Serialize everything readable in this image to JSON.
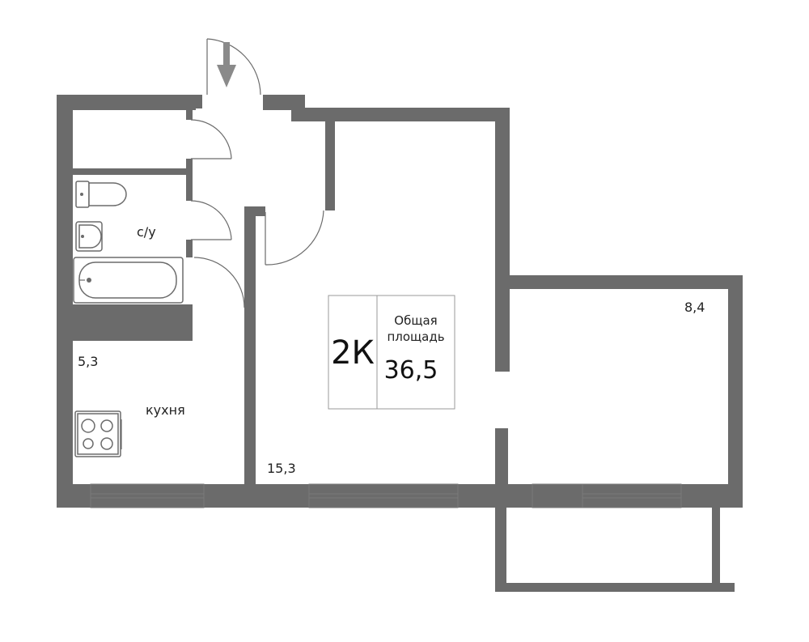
{
  "badge": {
    "rooms": "2К",
    "caption_line1": "Общая",
    "caption_line2": "площадь",
    "total_area": "36,5"
  },
  "rooms": {
    "bathroom": {
      "label": "с/у"
    },
    "kitchen": {
      "label": "кухня",
      "area": "5,3"
    },
    "living": {
      "area": "15,3"
    },
    "bedroom": {
      "area": "8,4"
    }
  },
  "colors": {
    "wall": "#6b6b6b",
    "background": "#ffffff",
    "entrance_arrow": "#8a8a8a"
  },
  "icons": {
    "entrance": "entrance-arrow-icon",
    "toilet": "toilet-icon",
    "sink": "sink-icon",
    "bathtub": "bathtub-icon",
    "stove": "stove-icon"
  }
}
